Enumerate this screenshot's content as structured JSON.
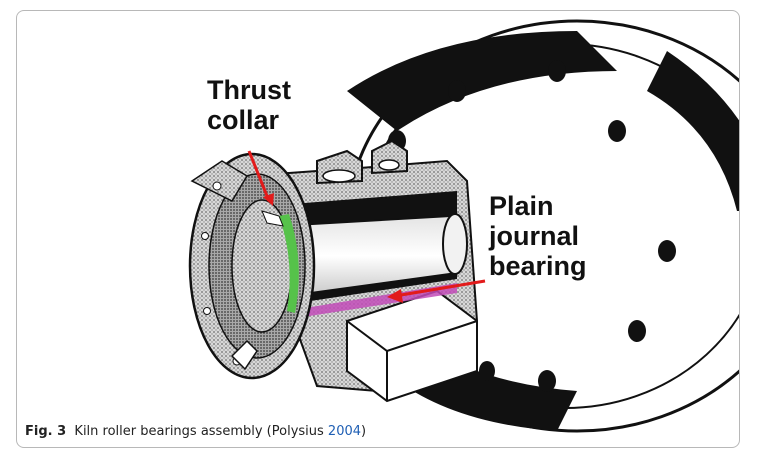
{
  "figure": {
    "labels": {
      "thrust_collar": [
        "Thrust",
        "collar"
      ],
      "plain_journal_bearing": [
        "Plain",
        "journal",
        "bearing"
      ]
    },
    "caption": {
      "number": "Fig. 3",
      "text": "Kiln roller bearings assembly (Polysius ",
      "citation_year": "2004",
      "closing": ")"
    },
    "colors": {
      "arrow": "#e21b1b",
      "thrust_collar_highlight": "#56c24a",
      "bearing_highlight": "#c24bb9",
      "hatch": "#6d6d6d"
    }
  }
}
